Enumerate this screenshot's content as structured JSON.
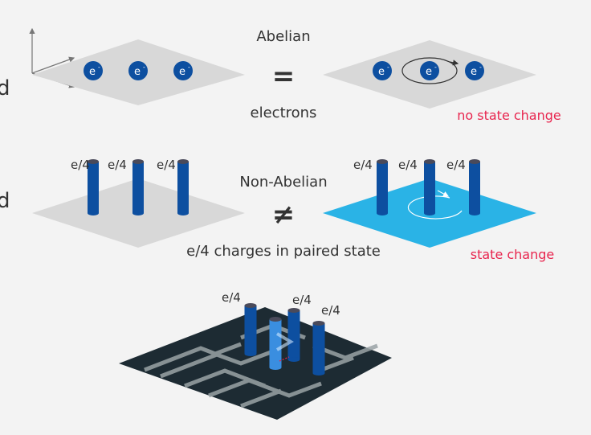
{
  "edge_fragments": [
    "d",
    "d"
  ],
  "abelian": {
    "title": "Abelian",
    "relation": "=",
    "caption": "electrons",
    "particle_label": "e",
    "particle_superscript": "-",
    "result": "no state change"
  },
  "non_abelian": {
    "title": "Non-Abelian",
    "relation": "≠",
    "caption": "e/4 charges in paired state",
    "charge_label": "e/4",
    "result": "state change"
  },
  "device": {
    "charge_label": "e/4"
  },
  "colors": {
    "particle": "#0d4fa0",
    "plane": "#d8d8d8",
    "plane_active": "#2ab3e6",
    "warning_text": "#e8254e",
    "chip": "#1d2b33"
  }
}
